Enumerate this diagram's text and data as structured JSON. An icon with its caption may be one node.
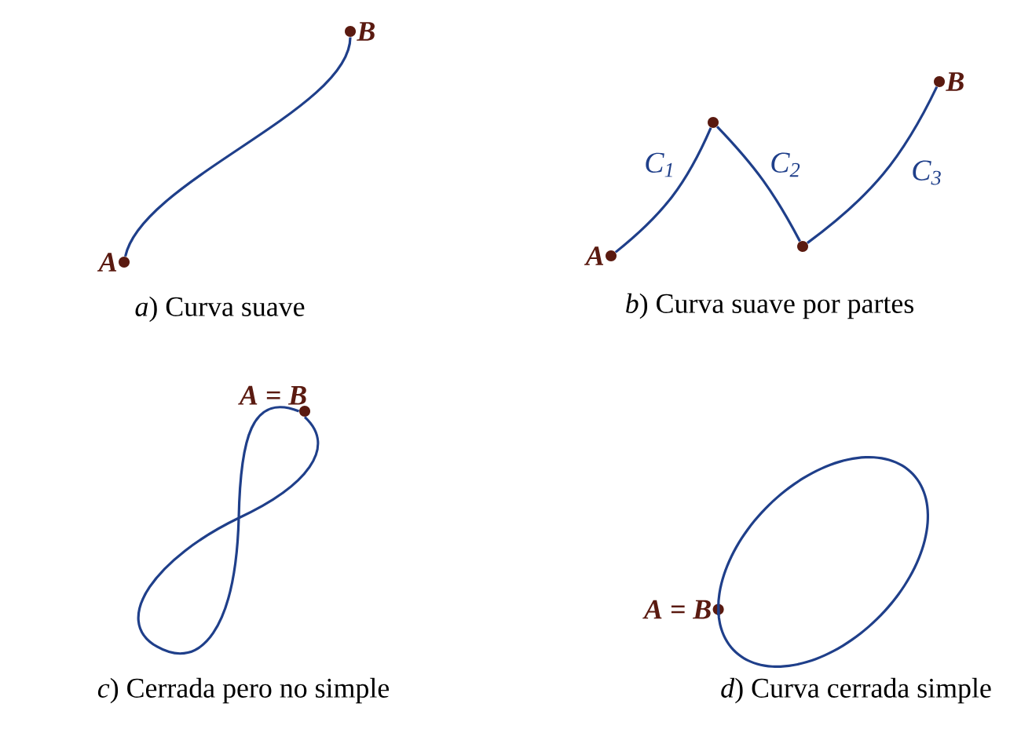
{
  "diagram": {
    "nodes": [
      {
        "text": [],
        "shape": "circle",
        "beside": [
          "A"
        ]
      },
      {
        "text": [],
        "shape": "circle",
        "beside": [
          "B"
        ]
      },
      {
        "text": [],
        "shape": "circle",
        "beside": [
          "A"
        ]
      },
      {
        "text": [],
        "shape": "circle"
      },
      {
        "text": [],
        "shape": "circle"
      },
      {
        "text": [],
        "shape": "circle",
        "beside": [
          "B"
        ]
      },
      {
        "text": [],
        "shape": "circle",
        "beside": [
          "A = B"
        ]
      },
      {
        "text": [],
        "shape": "circle",
        "beside": [
          "A = B"
        ]
      }
    ],
    "edges": [
      {
        "from": 0,
        "to": 1,
        "arrow": "none"
      },
      {
        "from": 2,
        "to": 3,
        "arrow": "none",
        "label": "C$_{1}$"
      },
      {
        "from": 3,
        "to": 4,
        "arrow": "none",
        "label": "C$_{2}$"
      },
      {
        "from": 4,
        "to": 5,
        "arrow": "none",
        "label": "C$_{3}$"
      },
      {
        "from": 6,
        "to": 6,
        "arrow": "none"
      },
      {
        "from": 7,
        "to": 7,
        "arrow": "none"
      }
    ],
    "labels": [
      "*a*) Curva suave",
      "*b*) Curva suave por partes",
      "*c*) Cerrada pero no simple",
      "*d*) Curva cerrada simple"
    ]
  }
}
